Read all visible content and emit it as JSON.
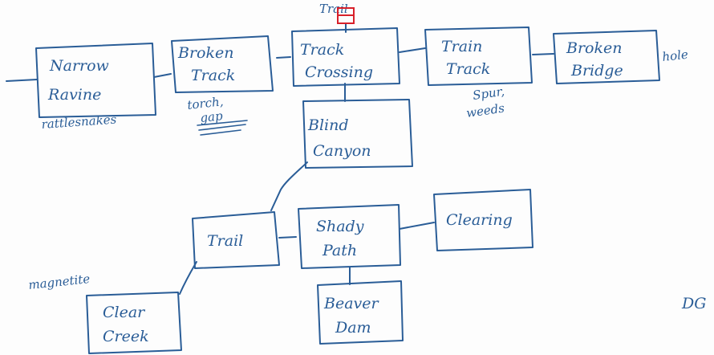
{
  "rooms": {
    "narrow_ravine": [
      "Narrow",
      "Ravine"
    ],
    "broken_track": [
      "Broken",
      "Track"
    ],
    "track_crossing": [
      "Track",
      "Crossing"
    ],
    "train_track": [
      "Train",
      "Track"
    ],
    "broken_bridge": [
      "Broken",
      "Bridge"
    ],
    "blind_canyon": [
      "Blind",
      "Canyon"
    ],
    "trail": [
      "Trail"
    ],
    "shady_path": [
      "Shady",
      "Path"
    ],
    "clearing": [
      "Clearing"
    ],
    "clear_creek": [
      "Clear",
      "Creek"
    ],
    "beaver_dam": [
      "Beaver",
      "Dam"
    ]
  },
  "notes": {
    "rattlesnakes": "rattlesnakes",
    "broken_track_note": [
      "torch,",
      "gap"
    ],
    "train_track_note": [
      "Spur,",
      "weeds"
    ],
    "hole": "hole",
    "trail_marker": "Trail",
    "magnetite": "magnetite",
    "corner_mark": "DG"
  },
  "colors": {
    "ink": "#2a5d97",
    "flag": "#d8202a"
  }
}
